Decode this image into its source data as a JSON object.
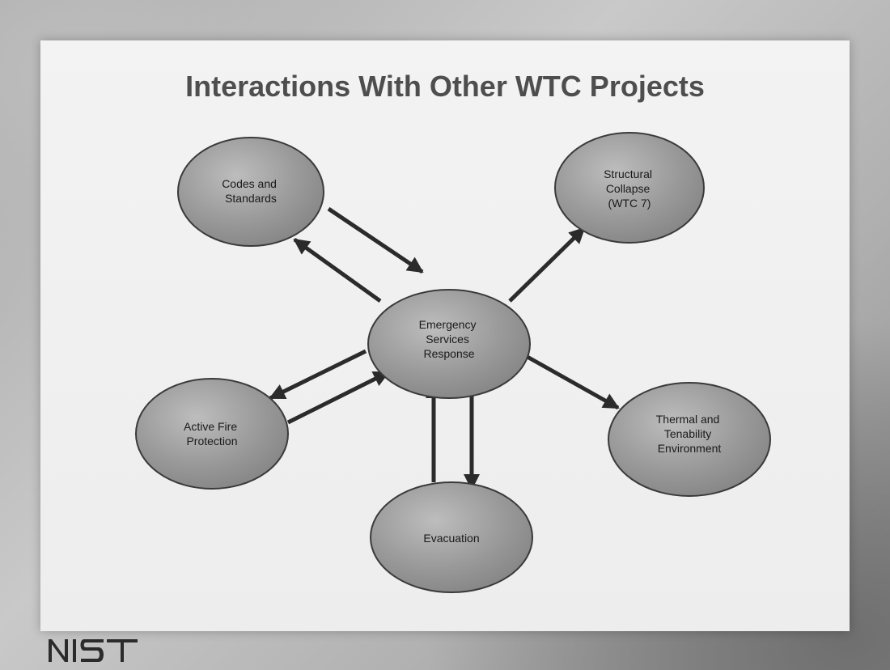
{
  "title": "Interactions With Other WTC Projects",
  "logo_text": "NIST",
  "nodes": [
    {
      "id": "codes",
      "lines": [
        "Codes and",
        "Standards"
      ]
    },
    {
      "id": "structural",
      "lines": [
        "Structural",
        "Collapse",
        "(WTC 7)"
      ]
    },
    {
      "id": "emergency",
      "lines": [
        "Emergency",
        "Services",
        "Response"
      ]
    },
    {
      "id": "fire",
      "lines": [
        "Active Fire",
        "Protection"
      ]
    },
    {
      "id": "thermal",
      "lines": [
        "Thermal and",
        "Tenability",
        "Environment"
      ]
    },
    {
      "id": "evacuation",
      "lines": [
        "Evacuation"
      ]
    }
  ],
  "edges": [
    {
      "from": "codes",
      "to": "emergency"
    },
    {
      "from": "emergency",
      "to": "codes"
    },
    {
      "from": "emergency",
      "to": "structural"
    },
    {
      "from": "emergency",
      "to": "fire"
    },
    {
      "from": "fire",
      "to": "emergency"
    },
    {
      "from": "emergency",
      "to": "thermal"
    },
    {
      "from": "evacuation",
      "to": "emergency"
    },
    {
      "from": "emergency",
      "to": "evacuation"
    }
  ],
  "colors": {
    "node_fill": "#9a9a9a",
    "node_stroke": "#3a3a3a",
    "arrow": "#2b2b2b",
    "title": "#4e4e4e"
  }
}
